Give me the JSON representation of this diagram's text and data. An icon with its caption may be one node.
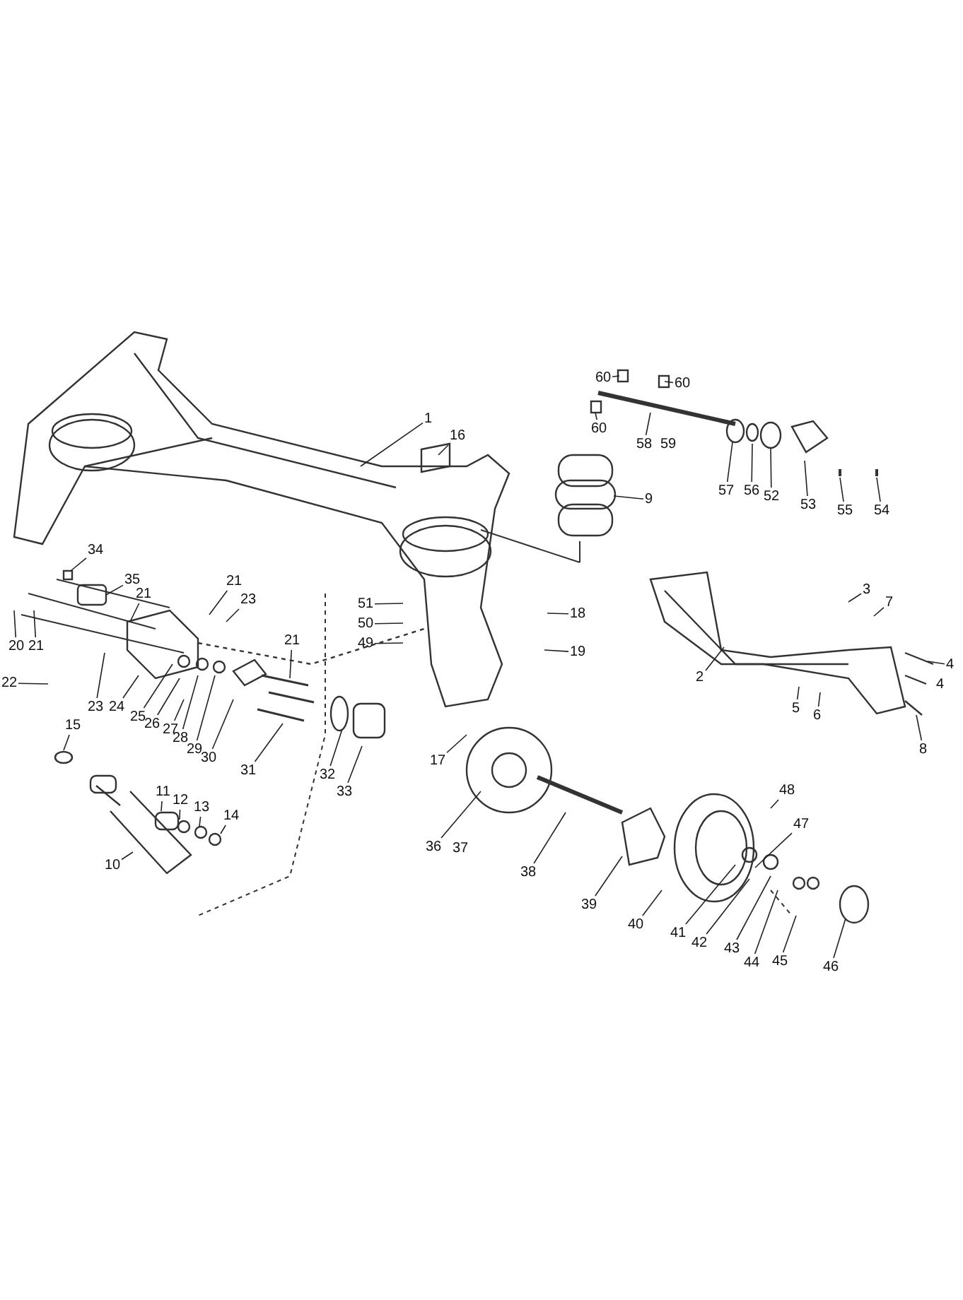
{
  "diagram": {
    "nodes": [
      {
        "text": [
          "60"
        ]
      },
      {
        "text": [
          "60"
        ]
      },
      {
        "text": [
          "60"
        ]
      },
      {
        "text": [
          "1"
        ]
      },
      {
        "text": [
          "16"
        ]
      },
      {
        "text": [
          "58"
        ]
      },
      {
        "text": [
          "57"
        ]
      },
      {
        "text": [
          "56"
        ]
      },
      {
        "text": [
          "52"
        ]
      },
      {
        "text": [
          "53"
        ]
      },
      {
        "text": [
          "55"
        ]
      },
      {
        "text": [
          "54"
        ]
      },
      {
        "text": [
          "9"
        ]
      },
      {
        "text": [
          "34"
        ]
      },
      {
        "text": [
          "35"
        ]
      },
      {
        "text": [
          "21"
        ]
      },
      {
        "text": [
          "21"
        ]
      },
      {
        "text": [
          "23"
        ]
      },
      {
        "text": [
          "51"
        ]
      },
      {
        "text": [
          "50"
        ]
      },
      {
        "text": [
          "49"
        ]
      },
      {
        "text": [
          "18"
        ]
      },
      {
        "text": [
          "3"
        ]
      },
      {
        "text": [
          "7"
        ]
      },
      {
        "text": [
          "19"
        ]
      },
      {
        "text": [
          "20"
        ]
      },
      {
        "text": [
          "21"
        ]
      },
      {
        "text": [
          "22"
        ]
      },
      {
        "text": [
          "2"
        ]
      },
      {
        "text": [
          "4"
        ]
      },
      {
        "text": [
          "23"
        ]
      },
      {
        "text": [
          "24"
        ]
      },
      {
        "text": [
          "21"
        ]
      },
      {
        "text": [
          "25"
        ]
      },
      {
        "text": [
          "5"
        ]
      },
      {
        "text": [
          "6"
        ]
      },
      {
        "text": [
          "26"
        ]
      },
      {
        "text": [
          "27"
        ]
      },
      {
        "text": [
          "28"
        ]
      },
      {
        "text": [
          "29"
        ]
      },
      {
        "text": [
          "30"
        ]
      },
      {
        "text": [
          "8"
        ]
      },
      {
        "text": [
          "31"
        ]
      },
      {
        "text": [
          "15"
        ]
      },
      {
        "text": [
          "32"
        ]
      },
      {
        "text": [
          "17"
        ]
      },
      {
        "text": [
          "33"
        ]
      },
      {
        "text": [
          "11"
        ]
      },
      {
        "text": [
          "12"
        ]
      },
      {
        "text": [
          "13"
        ]
      },
      {
        "text": [
          "14"
        ]
      },
      {
        "text": [
          "48"
        ]
      },
      {
        "text": [
          "47"
        ]
      },
      {
        "text": [
          "36"
        ]
      },
      {
        "text": [
          "38"
        ]
      },
      {
        "text": [
          "10"
        ]
      },
      {
        "text": [
          "39"
        ]
      },
      {
        "text": [
          "40"
        ]
      },
      {
        "text": [
          "41"
        ]
      },
      {
        "text": [
          "42"
        ]
      },
      {
        "text": [
          "43"
        ]
      },
      {
        "text": [
          "45"
        ]
      },
      {
        "text": [
          "44"
        ]
      },
      {
        "text": [
          "46"
        ]
      }
    ],
    "edges": [
      {
        "from": 0,
        "to": null,
        "arrow": "none"
      },
      {
        "from": 1,
        "to": null,
        "arrow": "none"
      },
      {
        "from": 2,
        "to": null,
        "arrow": "none"
      },
      {
        "from": 3,
        "to": null,
        "arrow": "none"
      },
      {
        "from": 4,
        "to": null,
        "arrow": "none"
      },
      {
        "from": 5,
        "to": null,
        "arrow": "none"
      },
      {
        "from": 6,
        "to": null,
        "arrow": "none"
      },
      {
        "from": 7,
        "to": null,
        "arrow": "none"
      },
      {
        "from": 8,
        "to": null,
        "arrow": "none"
      },
      {
        "from": 9,
        "to": null,
        "arrow": "none"
      },
      {
        "from": 10,
        "to": null,
        "arrow": "none"
      },
      {
        "from": 11,
        "to": null,
        "arrow": "none"
      },
      {
        "from": 12,
        "to": null,
        "arrow": "none"
      },
      {
        "from": 13,
        "to": null,
        "arrow": "none"
      },
      {
        "from": 14,
        "to": null,
        "arrow": "none"
      },
      {
        "from": 15,
        "to": null,
        "arrow": "none"
      },
      {
        "from": 16,
        "to": null,
        "arrow": "none"
      },
      {
        "from": 17,
        "to": null,
        "arrow": "none"
      },
      {
        "from": 18,
        "to": null,
        "arrow": "none"
      },
      {
        "from": 19,
        "to": null,
        "arrow": "none"
      },
      {
        "from": 20,
        "to": null,
        "arrow": "none"
      },
      {
        "from": 21,
        "to": null,
        "arrow": "none"
      },
      {
        "from": 22,
        "to": null,
        "arrow": "none"
      },
      {
        "from": 23,
        "to": null,
        "arrow": "none"
      },
      {
        "from": 24,
        "to": null,
        "arrow": "none"
      },
      {
        "from": 25,
        "to": null,
        "arrow": "none"
      },
      {
        "from": 26,
        "to": null,
        "arrow": "none"
      },
      {
        "from": 27,
        "to": null,
        "arrow": "none"
      },
      {
        "from": 28,
        "to": null,
        "arrow": "none"
      },
      {
        "from": 29,
        "to": null,
        "arrow": "none"
      },
      {
        "from": 30,
        "to": null,
        "arrow": "none"
      },
      {
        "from": 31,
        "to": null,
        "arrow": "none"
      },
      {
        "from": 32,
        "to": null,
        "arrow": "none"
      },
      {
        "from": 33,
        "to": null,
        "arrow": "none"
      },
      {
        "from": 34,
        "to": null,
        "arrow": "none"
      },
      {
        "from": 35,
        "to": null,
        "arrow": "none"
      },
      {
        "from": 36,
        "to": null,
        "arrow": "none"
      },
      {
        "from": 37,
        "to": null,
        "arrow": "none"
      },
      {
        "from": 38,
        "to": null,
        "arrow": "none"
      },
      {
        "from": 39,
        "to": null,
        "arrow": "none"
      },
      {
        "from": 40,
        "to": null,
        "arrow": "none"
      },
      {
        "from": 41,
        "to": null,
        "arrow": "none"
      },
      {
        "from": 42,
        "to": null,
        "arrow": "none"
      },
      {
        "from": 43,
        "to": null,
        "arrow": "none"
      },
      {
        "from": 44,
        "to": null,
        "arrow": "none"
      },
      {
        "from": 45,
        "to": null,
        "arrow": "none"
      },
      {
        "from": 46,
        "to": null,
        "arrow": "none"
      },
      {
        "from": 47,
        "to": null,
        "arrow": "none"
      },
      {
        "from": 48,
        "to": null,
        "arrow": "none"
      },
      {
        "from": 49,
        "to": null,
        "arrow": "none"
      },
      {
        "from": 50,
        "to": null,
        "arrow": "none"
      },
      {
        "from": 51,
        "to": null,
        "arrow": "none"
      },
      {
        "from": 52,
        "to": null,
        "arrow": "none"
      },
      {
        "from": 53,
        "to": null,
        "arrow": "none"
      },
      {
        "from": 54,
        "to": null,
        "arrow": "none"
      },
      {
        "from": 55,
        "to": null,
        "arrow": "none"
      },
      {
        "from": 56,
        "to": null,
        "arrow": "none"
      },
      {
        "from": 57,
        "to": null,
        "arrow": "none"
      },
      {
        "from": 58,
        "to": null,
        "arrow": "none"
      },
      {
        "from": 59,
        "to": null,
        "arrow": "none"
      },
      {
        "from": 60,
        "to": null,
        "arrow": "none"
      },
      {
        "from": 61,
        "to": null,
        "arrow": "none"
      },
      {
        "from": 62,
        "to": null,
        "arrow": "none"
      },
      {
        "from": 63,
        "to": null,
        "arrow": "none"
      }
    ],
    "labels": [
      "59",
      "4",
      "37"
    ]
  }
}
